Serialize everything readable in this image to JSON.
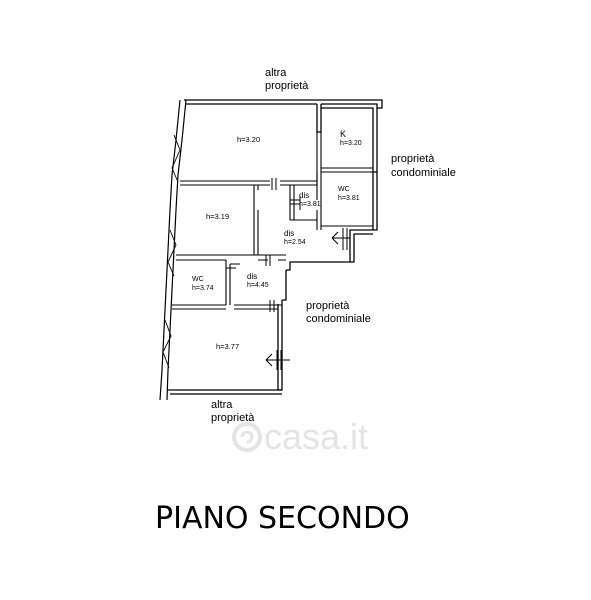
{
  "neighbors": {
    "top_line1": "altra",
    "top_line2": "proprietà",
    "right_line1": "proprietà",
    "right_line2": "condominiale",
    "middle_line1": "proprietà",
    "middle_line2": "condominiale",
    "bottom_line1": "altra",
    "bottom_line2": "proprietà"
  },
  "rooms": {
    "room_top": {
      "height": "h=3.20"
    },
    "kitchen": {
      "name": "K",
      "height": "h=3.20"
    },
    "wc_right": {
      "name": "WC",
      "height": "h=3.81"
    },
    "dis_upper": {
      "name": "dis",
      "height": "h=3.81"
    },
    "room_mid": {
      "height": "h=3.19"
    },
    "dis_mid": {
      "name": "dis",
      "height": "h=2.54"
    },
    "wc_left": {
      "name": "WC",
      "height": "h=3.74"
    },
    "dis_lower": {
      "name": "dis",
      "height": "h=4.45"
    },
    "room_bottom": {
      "height": "h=3.77"
    }
  },
  "watermark": "casa.it",
  "floor_title": "PIANO SECONDO",
  "colors": {
    "line": "#000000",
    "background": "#ffffff",
    "watermark": "#e4e4e4"
  }
}
